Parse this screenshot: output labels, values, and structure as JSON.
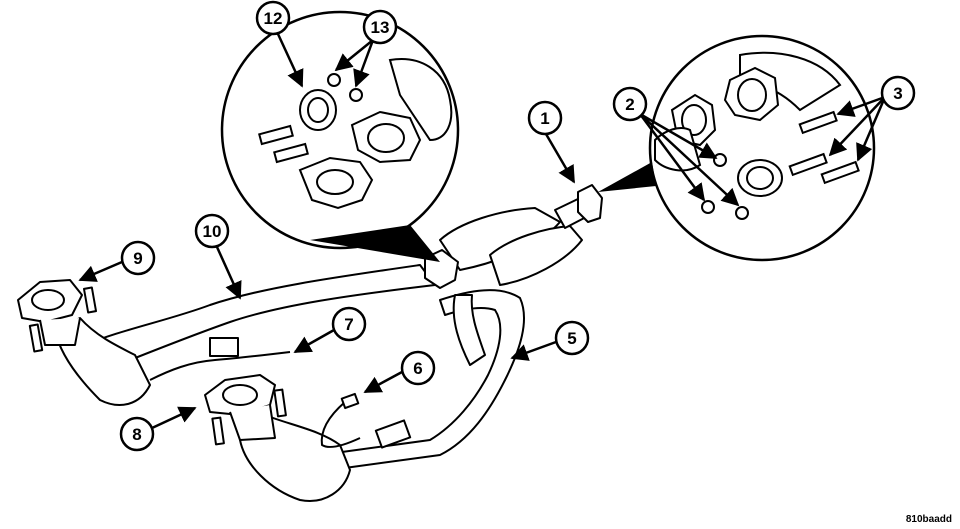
{
  "callouts": [
    {
      "id": "1",
      "label": "1"
    },
    {
      "id": "2",
      "label": "2"
    },
    {
      "id": "3",
      "label": "3"
    },
    {
      "id": "5",
      "label": "5"
    },
    {
      "id": "6",
      "label": "6"
    },
    {
      "id": "7",
      "label": "7"
    },
    {
      "id": "8",
      "label": "8"
    },
    {
      "id": "9",
      "label": "9"
    },
    {
      "id": "10",
      "label": "10"
    },
    {
      "id": "12",
      "label": "12"
    },
    {
      "id": "13",
      "label": "13"
    }
  ],
  "figure_id": "810baadd",
  "colors": {
    "line": "#000000",
    "fill": "#ffffff",
    "shade": "#e6e6e6"
  }
}
